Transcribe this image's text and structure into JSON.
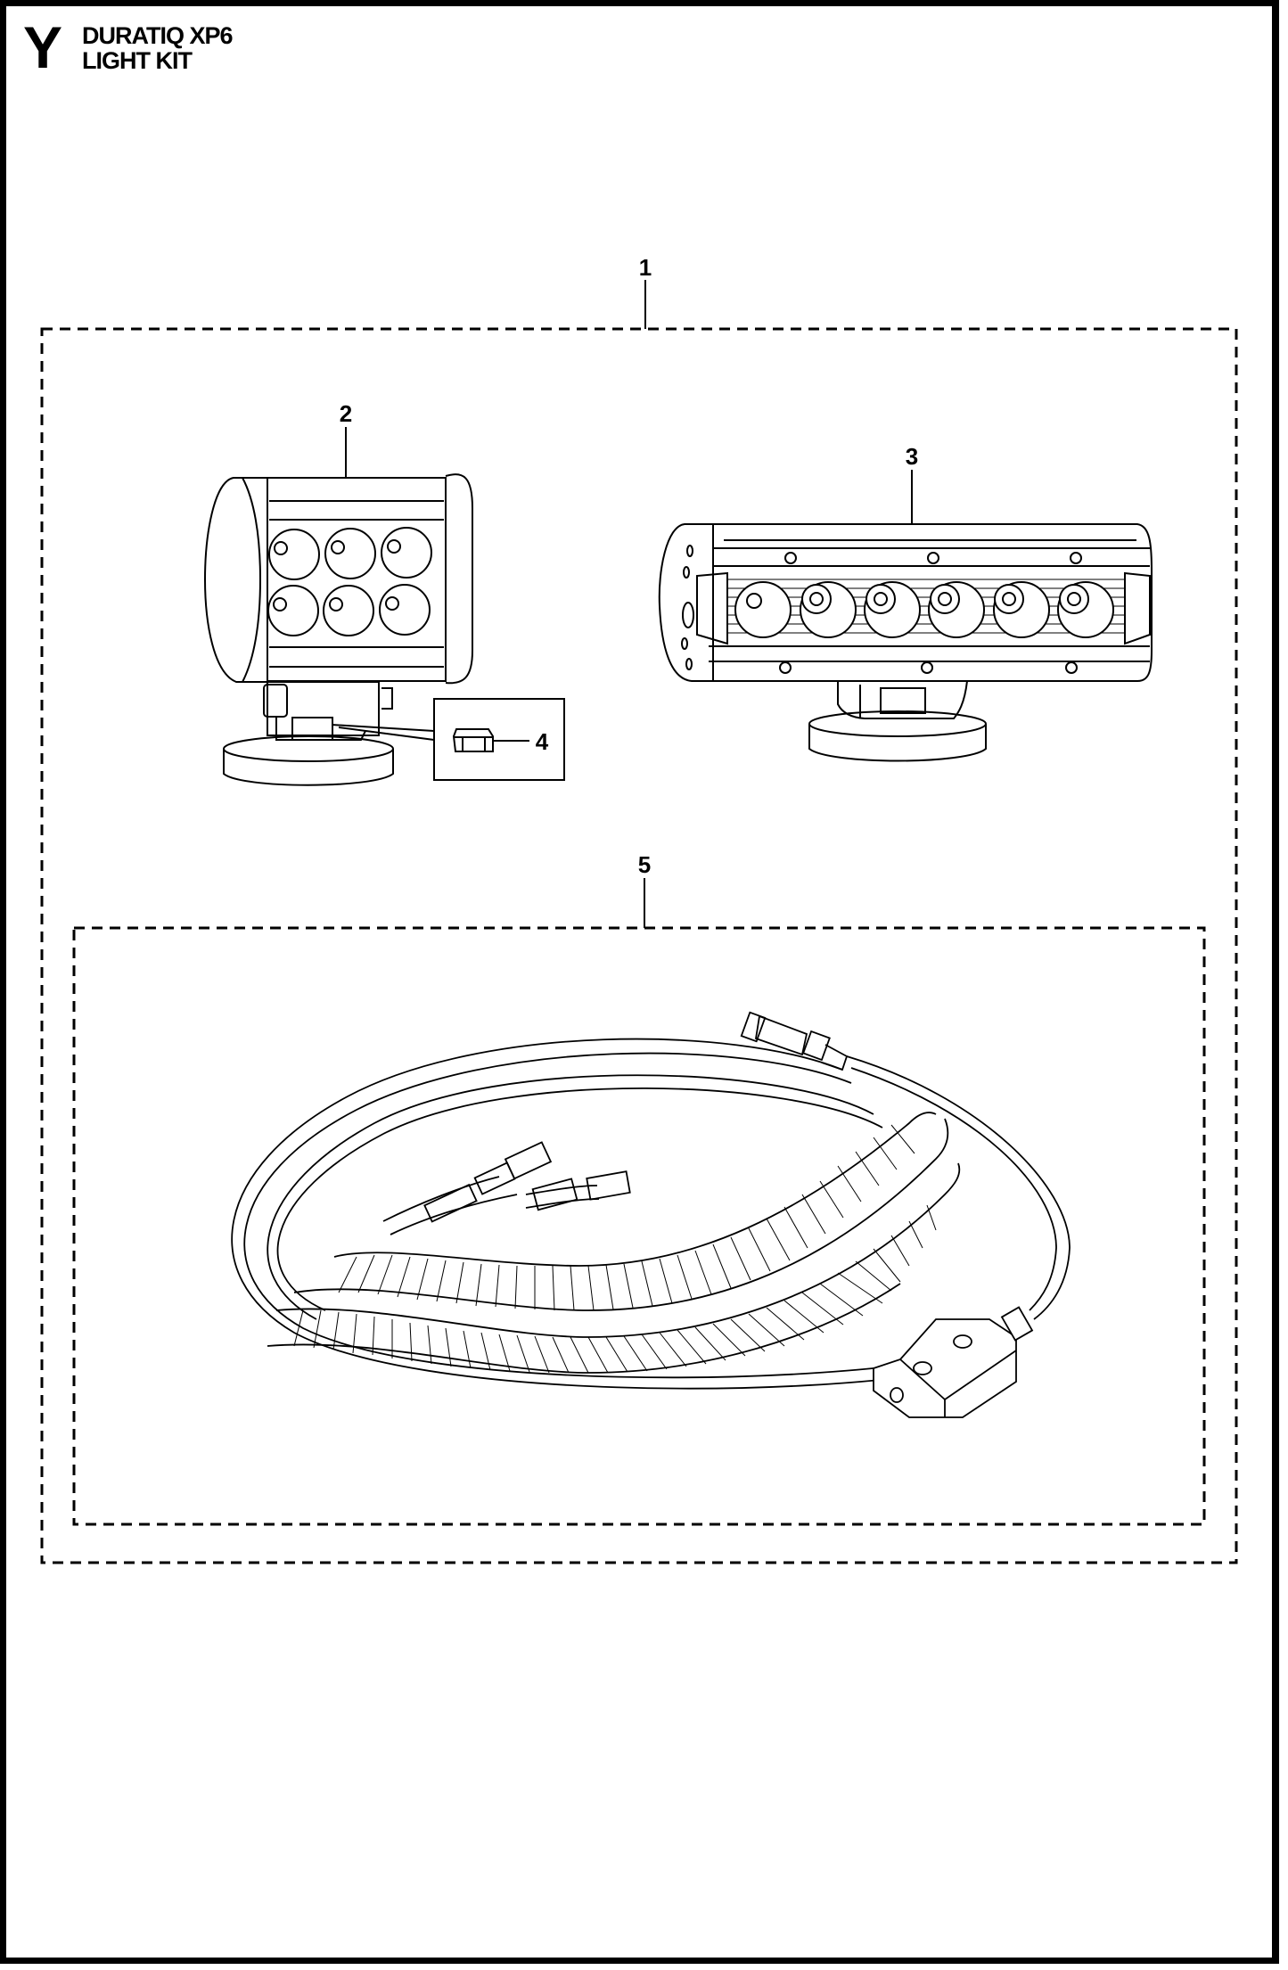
{
  "header": {
    "section_letter": "Y",
    "model": "DURATIQ XP6",
    "subtitle": "LIGHT KIT"
  },
  "callouts": [
    {
      "number": "1",
      "part": "light-kit-assembly"
    },
    {
      "number": "2",
      "part": "work-light-6-led"
    },
    {
      "number": "3",
      "part": "light-bar-6-led"
    },
    {
      "number": "4",
      "part": "nut"
    },
    {
      "number": "5",
      "part": "wiring-harness"
    }
  ],
  "colors": {
    "line": "#000000",
    "background": "#ffffff"
  }
}
